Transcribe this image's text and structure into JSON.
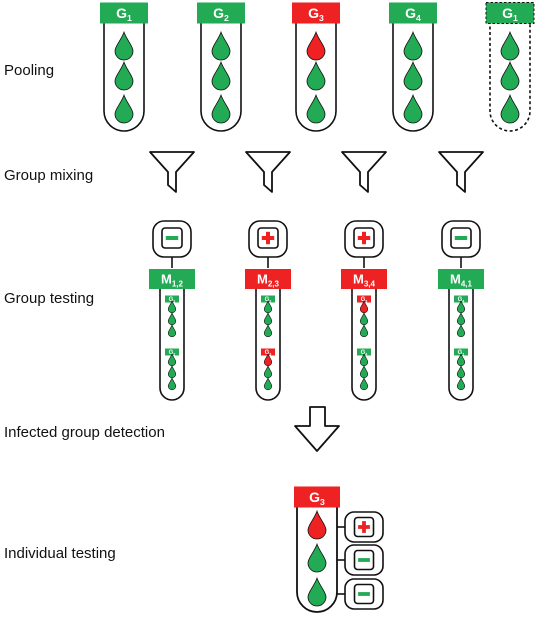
{
  "row_labels": {
    "pooling": "Pooling",
    "group_mixing": "Group mixing",
    "group_testing": "Group testing",
    "detection": "Infected group detection",
    "individual": "Individual testing"
  },
  "colors": {
    "positive": "#ee2222",
    "negative": "#22aa55",
    "outline": "#111111",
    "result_positive_sign": "#ee2222",
    "result_negative_sign": "#22aa55"
  },
  "pooling": {
    "groups": [
      {
        "label": "G",
        "sub": "1",
        "status": "negative",
        "drops": [
          "negative",
          "negative",
          "negative"
        ],
        "dashed": false
      },
      {
        "label": "G",
        "sub": "2",
        "status": "negative",
        "drops": [
          "negative",
          "negative",
          "negative"
        ],
        "dashed": false
      },
      {
        "label": "G",
        "sub": "3",
        "status": "positive",
        "drops": [
          "positive",
          "negative",
          "negative"
        ],
        "dashed": false
      },
      {
        "label": "G",
        "sub": "4",
        "status": "negative",
        "drops": [
          "negative",
          "negative",
          "negative"
        ],
        "dashed": false
      },
      {
        "label": "G",
        "sub": "1",
        "status": "negative",
        "drops": [
          "negative",
          "negative",
          "negative"
        ],
        "dashed": true
      }
    ]
  },
  "mixing": {
    "funnel_icon": "funnel-icon",
    "count": 4
  },
  "group_testing": {
    "mixtures": [
      {
        "label": "M",
        "sub": "1,2",
        "status": "negative",
        "result": "negative",
        "slots": [
          {
            "label": "G",
            "sub": "1",
            "status": "negative",
            "drops": [
              "negative",
              "negative",
              "negative"
            ]
          },
          {
            "label": "G",
            "sub": "2",
            "status": "negative",
            "drops": [
              "negative",
              "negative",
              "negative"
            ]
          }
        ]
      },
      {
        "label": "M",
        "sub": "2,3",
        "status": "positive",
        "result": "positive",
        "slots": [
          {
            "label": "G",
            "sub": "2",
            "status": "negative",
            "drops": [
              "negative",
              "negative",
              "negative"
            ]
          },
          {
            "label": "G",
            "sub": "3",
            "status": "positive",
            "drops": [
              "positive",
              "negative",
              "negative"
            ]
          }
        ]
      },
      {
        "label": "M",
        "sub": "3,4",
        "status": "positive",
        "result": "positive",
        "slots": [
          {
            "label": "G",
            "sub": "3",
            "status": "positive",
            "drops": [
              "positive",
              "negative",
              "negative"
            ]
          },
          {
            "label": "G",
            "sub": "4",
            "status": "negative",
            "drops": [
              "negative",
              "negative",
              "negative"
            ]
          }
        ]
      },
      {
        "label": "M",
        "sub": "4,1",
        "status": "negative",
        "result": "negative",
        "slots": [
          {
            "label": "G",
            "sub": "4",
            "status": "negative",
            "drops": [
              "negative",
              "negative",
              "negative"
            ]
          },
          {
            "label": "G",
            "sub": "1",
            "status": "negative",
            "drops": [
              "negative",
              "negative",
              "negative"
            ]
          }
        ]
      }
    ]
  },
  "detection": {
    "arrow_icon": "down-arrow-icon"
  },
  "individual_testing": {
    "group": {
      "label": "G",
      "sub": "3",
      "status": "positive"
    },
    "samples": [
      {
        "drop": "positive",
        "result": "positive"
      },
      {
        "drop": "negative",
        "result": "negative"
      },
      {
        "drop": "negative",
        "result": "negative"
      }
    ]
  }
}
